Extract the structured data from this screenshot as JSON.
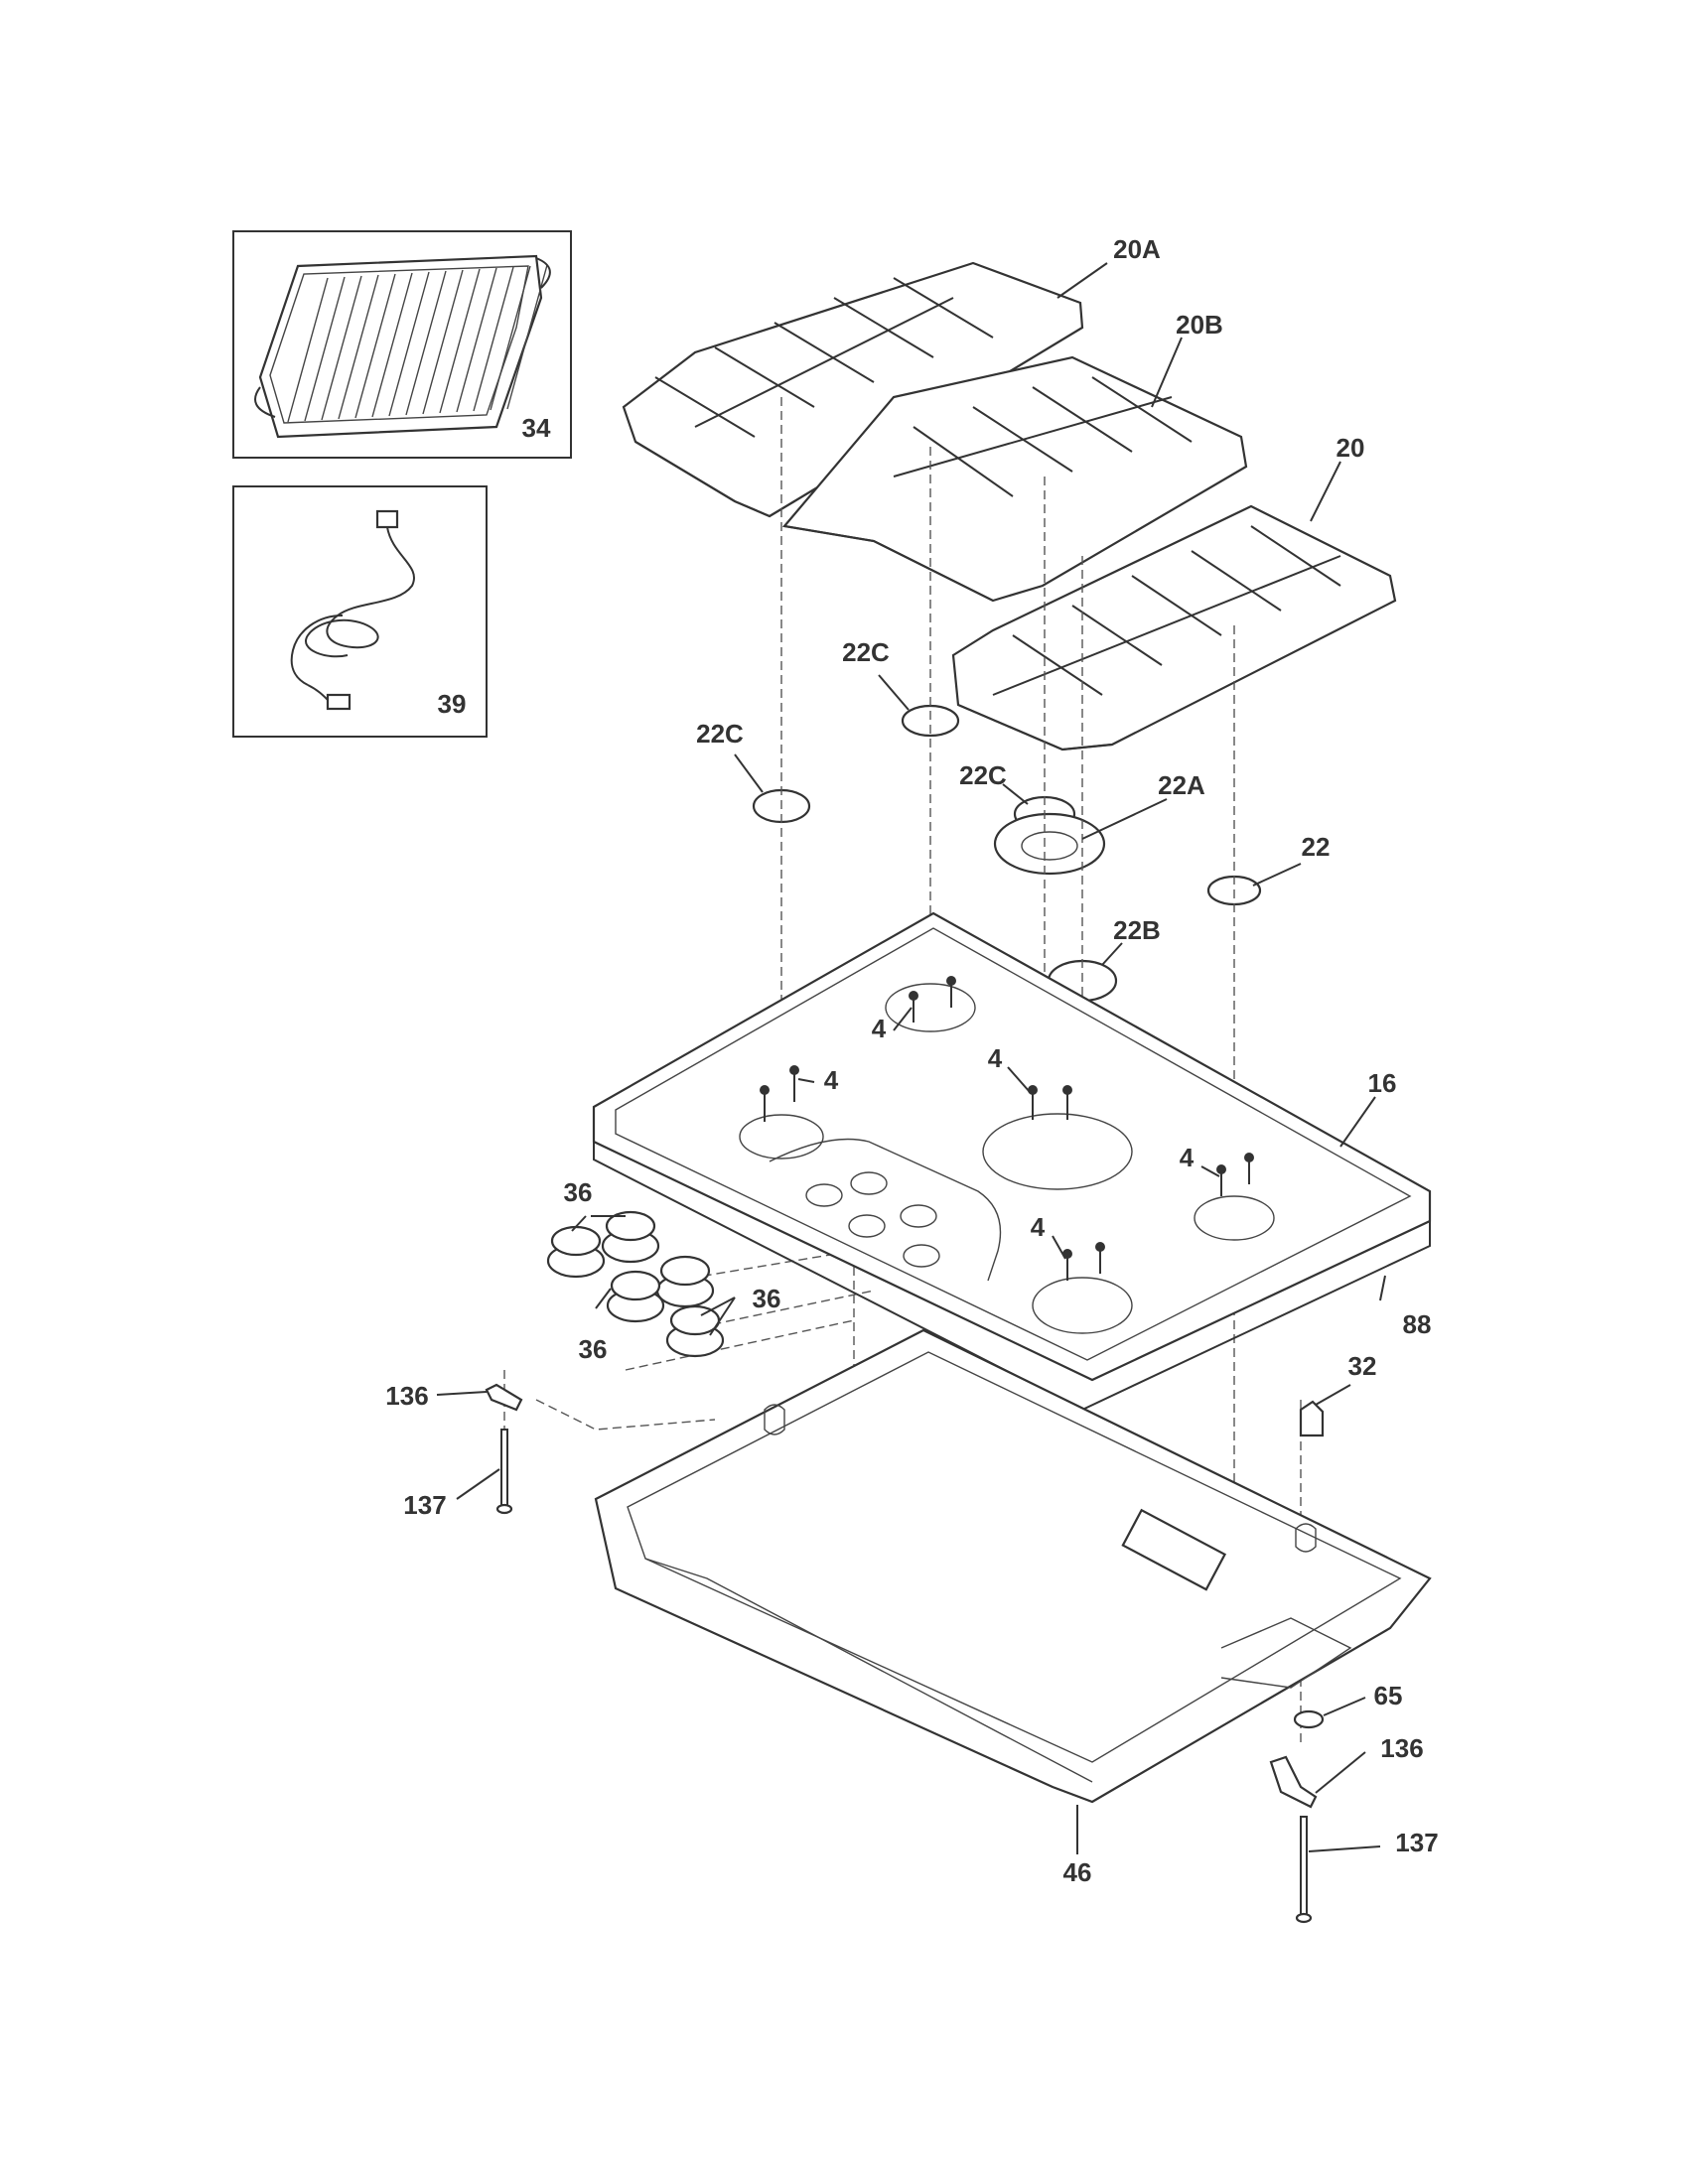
{
  "labels": {
    "p20A": "20A",
    "p20B": "20B",
    "p20": "20",
    "p22C_left": "22C",
    "p22C_mid": "22C",
    "p22C_cap": "22C",
    "p22A": "22A",
    "p22": "22",
    "p22B": "22B",
    "p4_a": "4",
    "p4_b": "4",
    "p4_c": "4",
    "p4_d": "4",
    "p4_e": "4",
    "p16": "16",
    "p88": "88",
    "p36_a": "36",
    "p36_b": "36",
    "p36_c": "36",
    "p32": "32",
    "p136_left": "136",
    "p137_left": "137",
    "p65": "65",
    "p136_right": "136",
    "p137_right": "137",
    "p46": "46",
    "p34": "34",
    "p39": "39"
  }
}
